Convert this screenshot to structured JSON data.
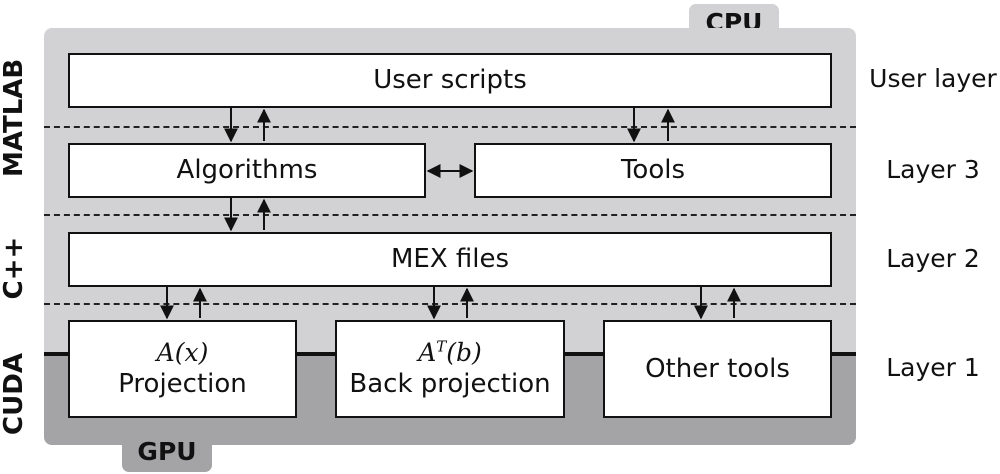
{
  "panels": {
    "cpu": "CPU",
    "gpu": "GPU"
  },
  "languages": {
    "matlab": "MATLAB",
    "cpp": "C++",
    "cuda": "CUDA"
  },
  "layers": {
    "user": "User layer",
    "l3": "Layer 3",
    "l2": "Layer 2",
    "l1": "Layer 1"
  },
  "boxes": {
    "user_scripts": "User scripts",
    "algorithms": "Algorithms",
    "tools": "Tools",
    "mex_files": "MEX files",
    "projection": {
      "math": "A(x)",
      "label": "Projection"
    },
    "back_projection": {
      "math_base": "A",
      "math_sup": "T",
      "math_rest": "(b)",
      "label": "Back projection"
    },
    "other_tools": "Other tools"
  }
}
